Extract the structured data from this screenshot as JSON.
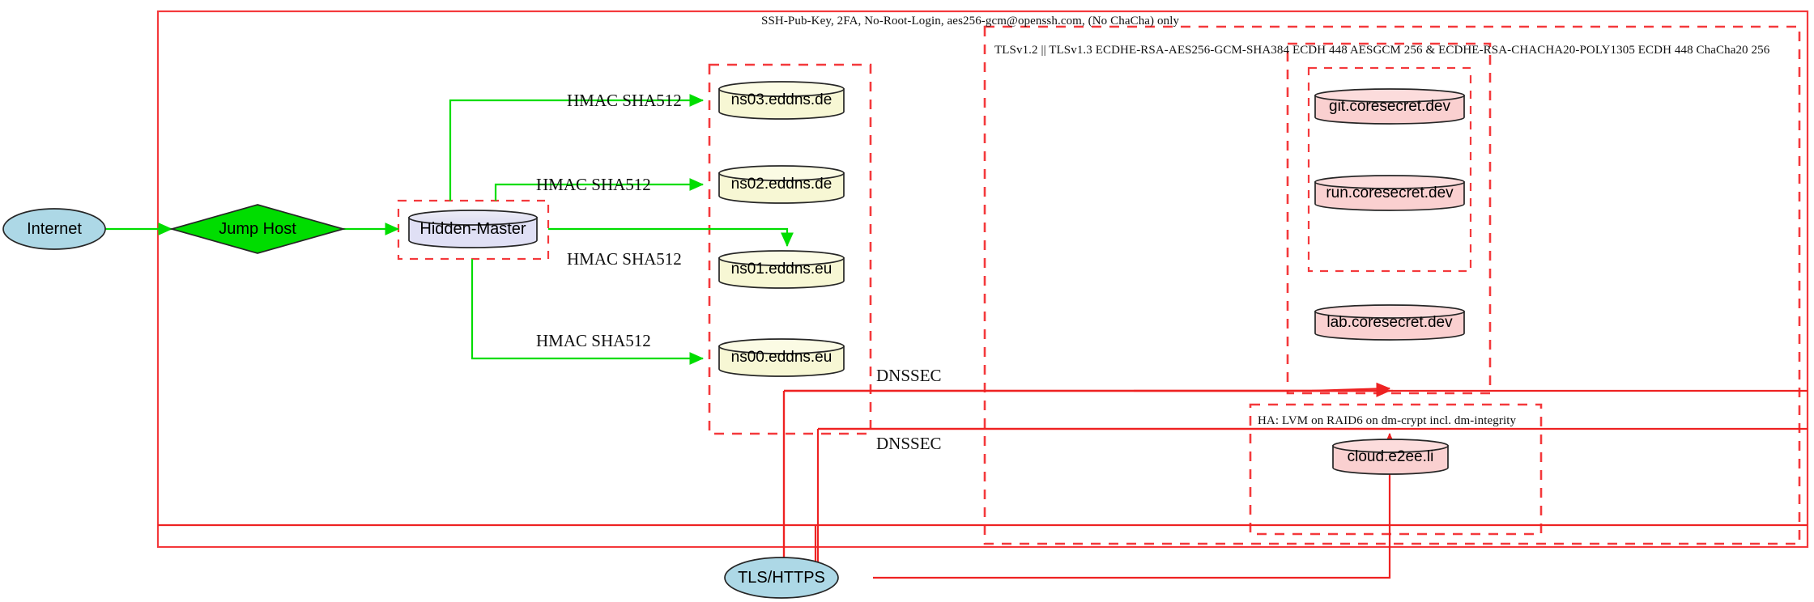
{
  "diagram": {
    "title_top": "SSH-Pub-Key, 2FA, No-Root-Login, aes256-gcm@openssh.com, (No ChaCha) only",
    "clusters": [
      {
        "id": "ssh-outer",
        "label": "SSH-Pub-Key, 2FA, No-Root-Login, aes256-gcm@openssh.com, (No ChaCha) only",
        "style": "solid"
      },
      {
        "id": "tls-cluster",
        "label": "TLSv1.2 || TLSv1.3 ECDHE-RSA-AES256-GCM-SHA384 ECDH 448 AESGCM 256 & ECDHE-RSA-CHACHA20-POLY1305 ECDH 448 ChaCha20 256",
        "style": "dashed"
      },
      {
        "id": "ha-cluster",
        "label": "HA: LVM on RAID6 on dm-crypt incl. dm-integrity",
        "style": "dashed"
      },
      {
        "id": "hidden-master-cluster",
        "label": "",
        "style": "dashed"
      },
      {
        "id": "dns-cluster",
        "label": "",
        "style": "dashed"
      },
      {
        "id": "coresecret-cluster",
        "label": "",
        "style": "dashed"
      },
      {
        "id": "coresecret-inner-cluster",
        "label": "",
        "style": "dashed"
      },
      {
        "id": "dnssec-cluster-upper",
        "label": "",
        "style": "solid"
      },
      {
        "id": "dnssec-cluster-lower",
        "label": "",
        "style": "solid"
      }
    ],
    "nodes": [
      {
        "id": "internet",
        "label": "Internet",
        "shape": "ellipse",
        "fill": "#add8e6"
      },
      {
        "id": "jumphost",
        "label": "Jump Host",
        "shape": "diamond",
        "fill": "#00dd00"
      },
      {
        "id": "hidden-master",
        "label": "Hidden-Master",
        "shape": "cylinder",
        "fill": "#e0e0f5"
      },
      {
        "id": "ns03",
        "label": "ns03.eddns.de",
        "shape": "cylinder",
        "fill": "#f7f7d4"
      },
      {
        "id": "ns02",
        "label": "ns02.eddns.de",
        "shape": "cylinder",
        "fill": "#f7f7d4"
      },
      {
        "id": "ns01",
        "label": "ns01.eddns.eu",
        "shape": "cylinder",
        "fill": "#f7f7d4"
      },
      {
        "id": "ns00",
        "label": "ns00.eddns.eu",
        "shape": "cylinder",
        "fill": "#f7f7d4"
      },
      {
        "id": "git",
        "label": "git.coresecret.dev",
        "shape": "cylinder",
        "fill": "#fad0d0"
      },
      {
        "id": "run",
        "label": "run.coresecret.dev",
        "shape": "cylinder",
        "fill": "#fad0d0"
      },
      {
        "id": "lab",
        "label": "lab.coresecret.dev",
        "shape": "cylinder",
        "fill": "#fad0d0"
      },
      {
        "id": "cloud",
        "label": "cloud.e2ee.li",
        "shape": "cylinder",
        "fill": "#fad0d0"
      },
      {
        "id": "tlshttps",
        "label": "TLS/HTTPS",
        "shape": "ellipse",
        "fill": "#add8e6"
      }
    ],
    "edge_labels": [
      {
        "id": "hmac-ns03",
        "text": "HMAC SHA512"
      },
      {
        "id": "hmac-ns02",
        "text": "HMAC SHA512"
      },
      {
        "id": "hmac-ns01",
        "text": "HMAC SHA512"
      },
      {
        "id": "hmac-ns00",
        "text": "HMAC SHA512"
      },
      {
        "id": "dnssec-1",
        "text": "DNSSEC"
      },
      {
        "id": "dnssec-2",
        "text": "DNSSEC"
      }
    ],
    "colors": {
      "cluster_border": "#f4393c",
      "edge_green": "#00dd00",
      "edge_red": "#ee2222",
      "node_blue": "#add8e6",
      "node_green": "#00dd00",
      "node_lavender": "#e0e0f5",
      "node_cream": "#f7f7d4",
      "node_pink": "#fad0d0"
    }
  }
}
